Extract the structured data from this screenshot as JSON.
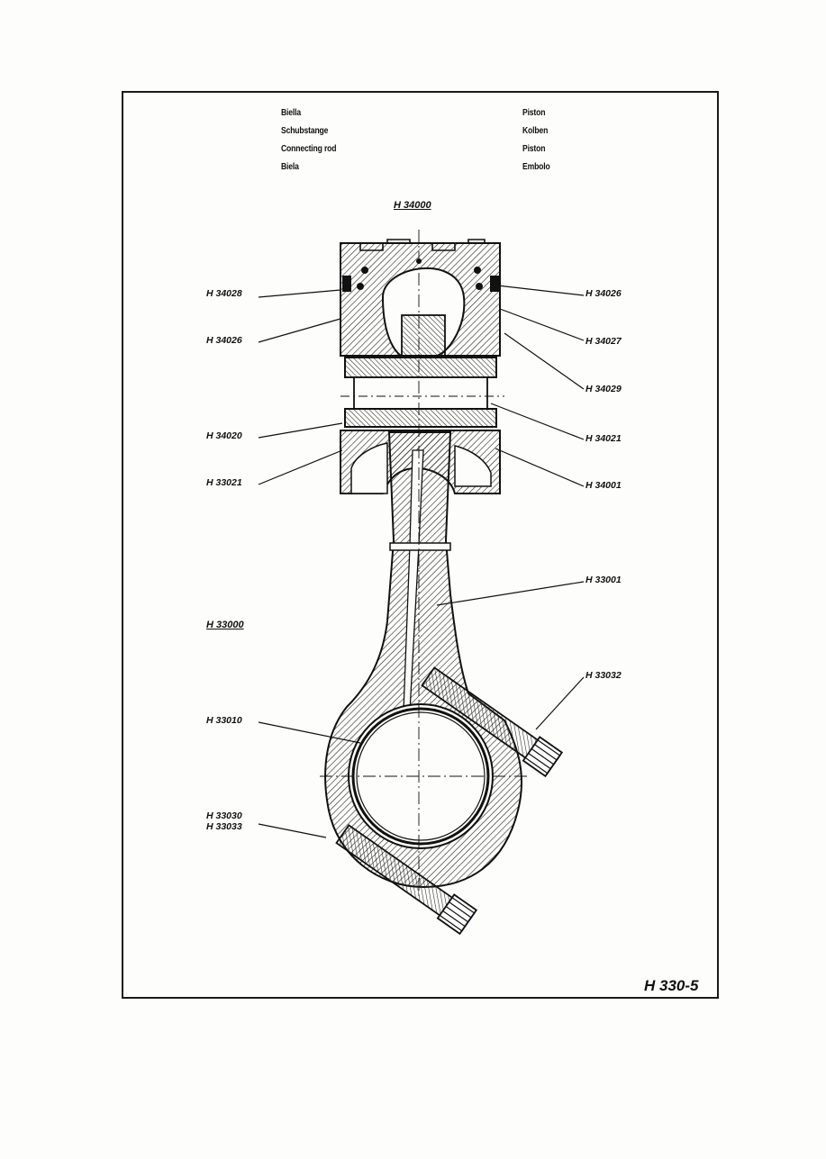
{
  "header": {
    "left": [
      "Biella",
      "Schubstange",
      "Connecting rod",
      "Biela"
    ],
    "right": [
      "Piston",
      "Kolben",
      "Piston",
      "Embolo"
    ]
  },
  "assemblies": {
    "piston": "H 34000",
    "rod": "H 33000"
  },
  "callouts": {
    "left": [
      "H 34028",
      "H 34026",
      "H 34020",
      "H 33021",
      "H 33010",
      "H 33030",
      "H 33033"
    ],
    "right": [
      "H 34026",
      "H 34027",
      "H 34029",
      "H 34021",
      "H 34001",
      "H 33001",
      "H 33032"
    ]
  },
  "page_ref": "H 330-5"
}
